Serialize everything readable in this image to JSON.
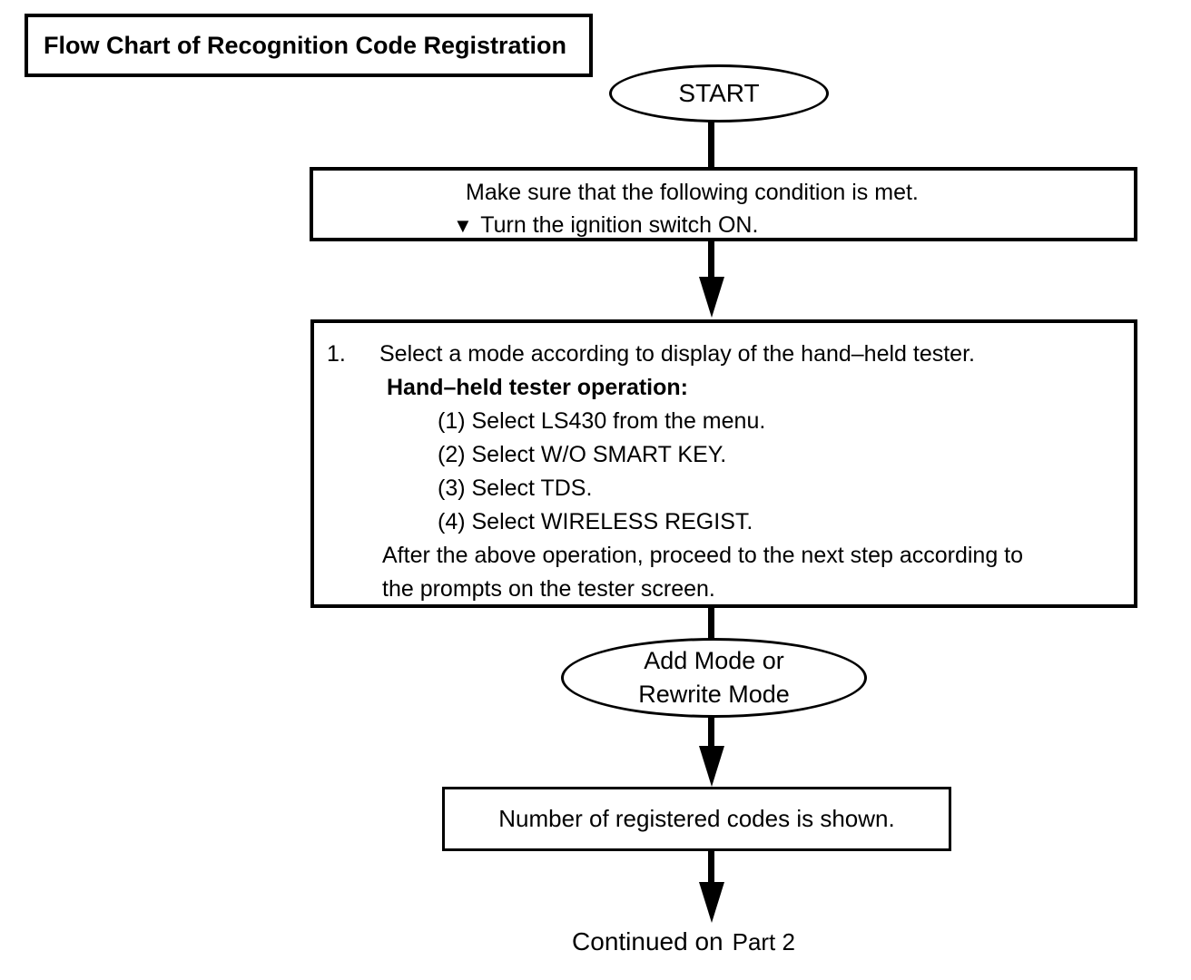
{
  "title": "Flow Chart of Recognition Code Registration",
  "flow": {
    "start_label": "START",
    "condition_box": {
      "line1": "Make sure that the following condition is met.",
      "marker": "▼",
      "line2": "Turn the ignition switch ON."
    },
    "step_box": {
      "number": "1.",
      "line1": "Select a mode according to display of the hand–held tester.",
      "heading": "Hand–held tester operation:",
      "items": [
        "(1) Select LS430 from the menu.",
        "(2) Select W/O SMART KEY.",
        "(3) Select TDS.",
        "(4) Select WIRELESS REGIST."
      ],
      "footer_line1": "After the above operation, proceed to the next step according to",
      "footer_line2": "the prompts on the tester screen."
    },
    "mode_ellipse": {
      "line1": "Add Mode or",
      "line2": "Rewrite Mode"
    },
    "result_box_label": "Number of registered codes is shown.",
    "continuation": {
      "prefix": "Continued on",
      "target": "Part 2"
    }
  },
  "colors": {
    "ink": "#000000",
    "background": "#ffffff"
  }
}
